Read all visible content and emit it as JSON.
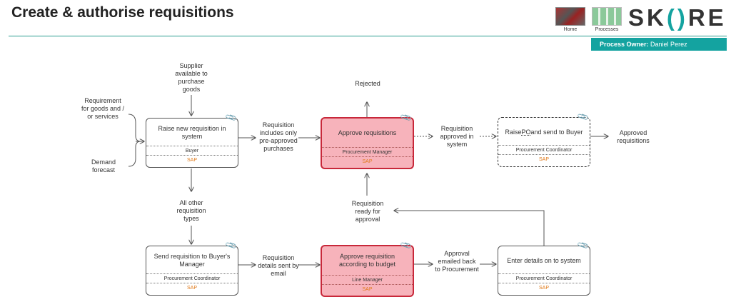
{
  "header": {
    "title": "Create & authorise requisitions",
    "nav": {
      "home": "Home",
      "processes": "Processes"
    },
    "logo": {
      "left": "SK",
      "mid": "()",
      "right": "RE"
    },
    "owner_label": "Process Owner:",
    "owner_name": "Daniel Perez"
  },
  "inputs": {
    "supplier": "Supplier available to purchase goods",
    "requirement": "Requirement for goods and / or services",
    "demand": "Demand forecast",
    "rejected": "Rejected"
  },
  "edges": {
    "preapproved": "Requisition includes only pre-approved purchases",
    "approved_in_system": "Requisition approved in system",
    "approved_reqs": "Approved requisitions",
    "other_types": "All other requisition types",
    "details_email": "Requisition details sent by email",
    "emailed_back": "Approval emailed back to Procurement",
    "ready": "Requisition ready for approval"
  },
  "boxes": {
    "raise": {
      "title": "Raise new requisition in system",
      "role": "Buyer",
      "system": "SAP"
    },
    "approve": {
      "title": "Approve requisitions",
      "role": "Procurement Manager",
      "system": "SAP"
    },
    "raise_po": {
      "title_pre": "Raise ",
      "title_po": "PO",
      "title_post": " and send to Buyer",
      "role": "Procurement Coordinator",
      "system": "SAP"
    },
    "send": {
      "title": "Send requisition to Buyer's Manager",
      "role": "Procurement Coordinator",
      "system": "SAP"
    },
    "budget": {
      "title": "Approve requisition according to budget",
      "role": "Line Manager",
      "system": "SAP"
    },
    "enter": {
      "title": "Enter details on to system",
      "role": "Procurement Coordinator",
      "system": "SAP"
    }
  },
  "icons": {
    "attachment": "paperclip-icon"
  },
  "colors": {
    "accent": "#14a3a0",
    "approval_fill": "#f7b3bb",
    "approval_border": "#c8283a",
    "system_text": "#e07a1a"
  }
}
